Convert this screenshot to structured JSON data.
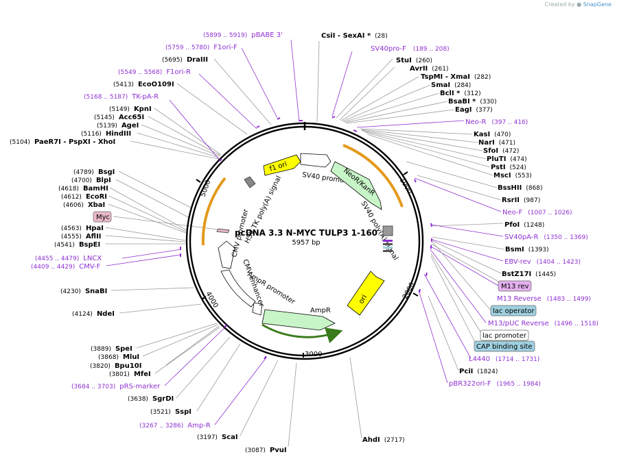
{
  "credit": {
    "prefix": "Created by",
    "brand": "SnapGene"
  },
  "plasmid": {
    "name": "pcDNA 3.3 N-MYC TULP3 1-160",
    "size": "5957 bp"
  },
  "ticks": [
    "1000",
    "2000",
    "3000",
    "4000",
    "5000"
  ],
  "enzymes": [
    {
      "name": "CsiI",
      "extra": " - SexAI *",
      "pos": "(28)"
    },
    {
      "name": "StuI",
      "pos": "(260)"
    },
    {
      "name": "AvrII",
      "pos": "(261)"
    },
    {
      "name": "TspMI",
      "extra": " - XmaI",
      "pos": "(282)"
    },
    {
      "name": "SmaI",
      "pos": "(284)"
    },
    {
      "name": "BclI *",
      "pos": "(312)"
    },
    {
      "name": "BsaBI *",
      "pos": "(330)"
    },
    {
      "name": "EagI",
      "pos": "(377)"
    },
    {
      "name": "KasI",
      "pos": "(470)"
    },
    {
      "name": "NarI",
      "pos": "(471)"
    },
    {
      "name": "SfoI",
      "pos": "(472)"
    },
    {
      "name": "PluTI",
      "pos": "(474)"
    },
    {
      "name": "PstI",
      "pos": "(524)"
    },
    {
      "name": "MscI",
      "pos": "(553)"
    },
    {
      "name": "BssHII",
      "pos": "(868)"
    },
    {
      "name": "RsrII",
      "pos": "(987)"
    },
    {
      "name": "PfoI",
      "pos": "(1248)"
    },
    {
      "name": "BsmI",
      "pos": "(1393)"
    },
    {
      "name": "BstZ17I",
      "pos": "(1445)"
    },
    {
      "name": "PciI",
      "pos": "(1824)"
    },
    {
      "name": "AhdI",
      "pos": "(2717)"
    },
    {
      "name": "PvuI",
      "pos": "(3087)"
    },
    {
      "name": "ScaI",
      "pos": "(3197)"
    },
    {
      "name": "SspI",
      "pos": "(3521)"
    },
    {
      "name": "SgrDI",
      "pos": "(3638)"
    },
    {
      "name": "MfeI",
      "pos": "(3801)"
    },
    {
      "name": "Bpu10I",
      "pos": "(3820)"
    },
    {
      "name": "MluI",
      "pos": "(3868)"
    },
    {
      "name": "SpeI",
      "pos": "(3889)"
    },
    {
      "name": "NdeI",
      "pos": "(4124)"
    },
    {
      "name": "SnaBI",
      "pos": "(4230)"
    },
    {
      "name": "BspEI",
      "pos": "(4541)"
    },
    {
      "name": "AflII",
      "pos": "(4555)"
    },
    {
      "name": "HpaI",
      "pos": "(4563)"
    },
    {
      "name": "XbaI",
      "pos": "(4606)"
    },
    {
      "name": "EcoRI",
      "pos": "(4612)"
    },
    {
      "name": "BamHI",
      "pos": "(4618)"
    },
    {
      "name": "BlpI",
      "pos": "(4700)"
    },
    {
      "name": "BsgI",
      "pos": "(4789)"
    },
    {
      "name": "PaeR7I",
      "extra": " - PspXI  - XhoI",
      "pos": "(5104)"
    },
    {
      "name": "HindIII",
      "pos": "(5116)"
    },
    {
      "name": "AgeI",
      "pos": "(5139)"
    },
    {
      "name": "Acc65I",
      "pos": "(5145)"
    },
    {
      "name": "KpnI",
      "pos": "(5149)"
    },
    {
      "name": "EcoO109I",
      "pos": "(5413)"
    },
    {
      "name": "DraIII",
      "pos": "(5695)"
    }
  ],
  "primers": [
    {
      "name": "pBABE 3'",
      "range": "(5899 .. 5919)"
    },
    {
      "name": "SV40pro-F",
      "range": "(189 .. 208)"
    },
    {
      "name": "F1ori-F",
      "range": "(5759 .. 5780)"
    },
    {
      "name": "F1ori-R",
      "range": "(5549 .. 5568)"
    },
    {
      "name": "TK-pA-R",
      "range": "(5168 .. 5187)"
    },
    {
      "name": "Neo-R",
      "range": "(397 .. 416)"
    },
    {
      "name": "Neo-F",
      "range": "(1007 .. 1026)"
    },
    {
      "name": "SV40pA-R",
      "range": "(1350 .. 1369)"
    },
    {
      "name": "EBV-rev",
      "range": "(1404 .. 1423)"
    },
    {
      "name": "M13 Reverse",
      "range": "(1483 .. 1499)"
    },
    {
      "name": "M13/pUC Reverse",
      "range": "(1496 .. 1518)"
    },
    {
      "name": "L4440",
      "range": "(1714 .. 1731)"
    },
    {
      "name": "pBR322ori-F",
      "range": "(1965 .. 1984)"
    },
    {
      "name": "LNCX",
      "range": "(4455 .. 4479)"
    },
    {
      "name": "CMV-F",
      "range": "(4409 .. 4429)"
    },
    {
      "name": "pRS-marker",
      "range": "(3684 .. 3703)"
    },
    {
      "name": "Amp-R",
      "range": "(3267 .. 3286)"
    }
  ],
  "boxed_features": [
    {
      "name": "Myc",
      "color": "#e8b8c8"
    },
    {
      "name": "M13 rev",
      "color": "#e4b0ee"
    },
    {
      "name": "lac operator",
      "color": "#9fd0df"
    },
    {
      "name": "lac promoter",
      "color": "#ffffff"
    },
    {
      "name": "CAP binding site",
      "color": "#9fd0df"
    }
  ],
  "features": [
    {
      "name": "f1 ori",
      "color": "#ffff00"
    },
    {
      "name": "SV40 promoter",
      "color": "#ffffff"
    },
    {
      "name": "NeoR/KanR",
      "color": "#c8f5c8"
    },
    {
      "name": "SV40 poly(A) signal",
      "color": "#ffffff"
    },
    {
      "name": "ori",
      "color": "#ffff00"
    },
    {
      "name": "AmpR",
      "color": "#c8f5c8"
    },
    {
      "name": "AmpR promoter",
      "color": "#ffffff"
    },
    {
      "name": "CMV enhancer",
      "color": "#ffffff"
    },
    {
      "name": "CMV promoter",
      "color": "#ffffff"
    },
    {
      "name": "HSV TK poly(A) signal",
      "color": "#ffffff"
    }
  ],
  "colors": {
    "primer": "#8e2fd1",
    "orf": "#e39a1c",
    "backbone": "#000000"
  }
}
